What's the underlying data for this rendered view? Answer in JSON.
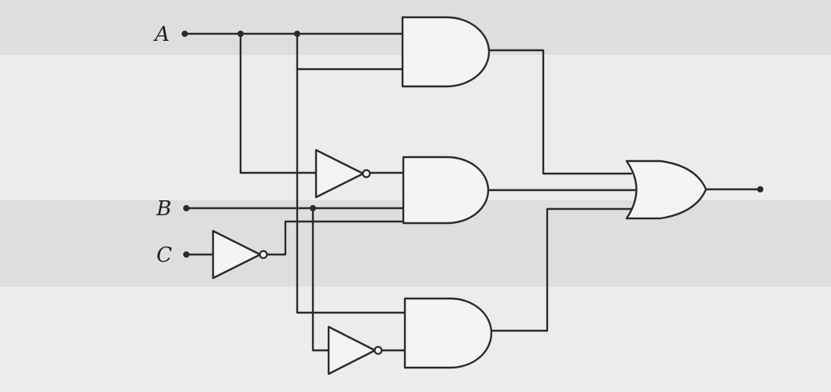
{
  "diagram": {
    "type": "logic-circuit",
    "inputs": [
      "A",
      "B",
      "C"
    ],
    "gates": [
      {
        "id": "and1",
        "kind": "AND",
        "inputs": [
          "A",
          "A"
        ]
      },
      {
        "id": "not1",
        "kind": "NOT",
        "inputs": [
          "A"
        ]
      },
      {
        "id": "and2",
        "kind": "AND",
        "inputs": [
          "NOT A",
          "B",
          "NOT C"
        ]
      },
      {
        "id": "not2",
        "kind": "NOT",
        "inputs": [
          "C"
        ]
      },
      {
        "id": "not3",
        "kind": "NOT",
        "inputs": [
          "B"
        ]
      },
      {
        "id": "and3",
        "kind": "AND",
        "inputs": [
          "A",
          "NOT B"
        ]
      },
      {
        "id": "or1",
        "kind": "OR",
        "inputs": [
          "and1",
          "and2",
          "and3"
        ]
      }
    ],
    "output": "or1"
  },
  "colors": {
    "background": "#ececec",
    "ink": "#2b2b2b",
    "bleed_through": "#cfcfcf"
  }
}
